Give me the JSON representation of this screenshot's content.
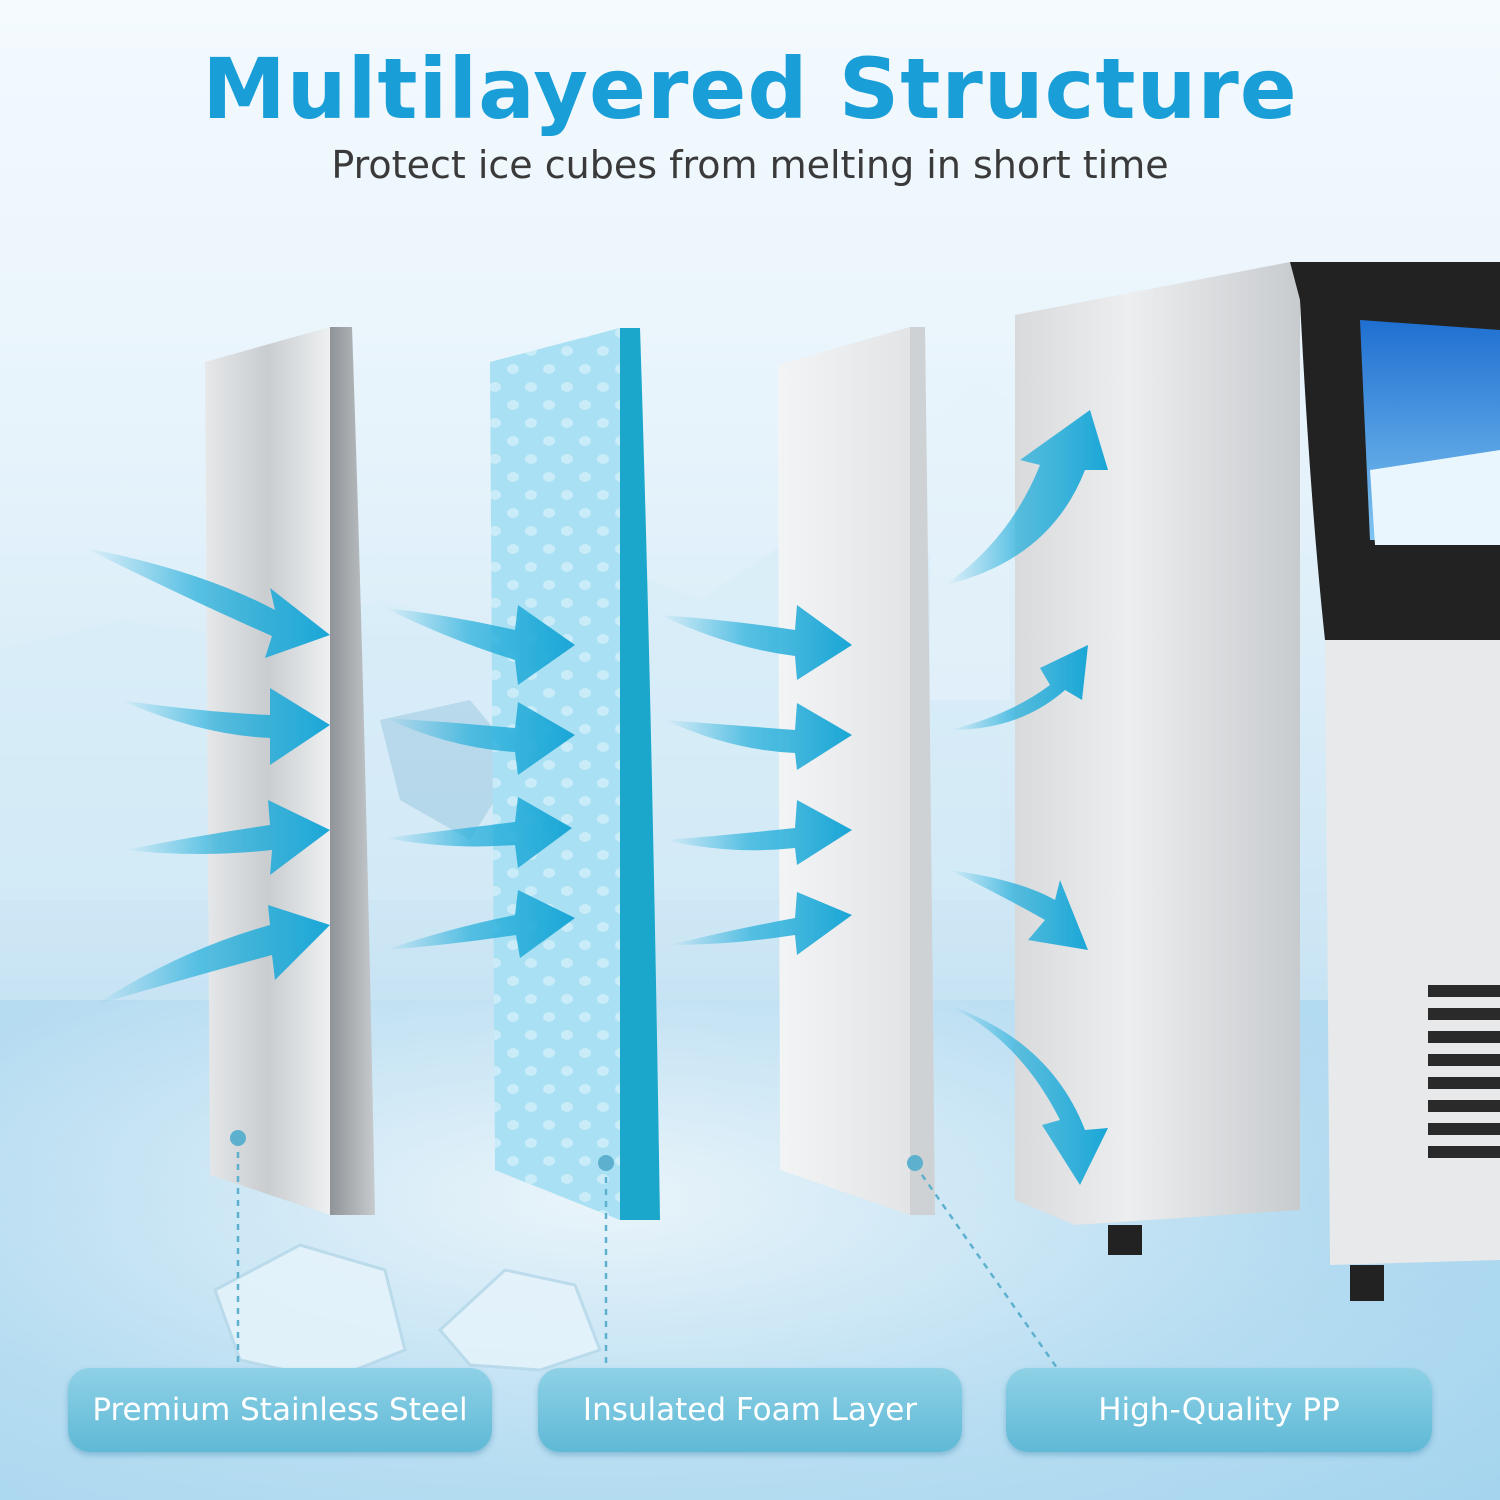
{
  "header": {
    "title": "Multilayered Structure",
    "subtitle": "Protect ice cubes from melting in short time"
  },
  "layers": [
    {
      "label": "Premium Stainless Steel"
    },
    {
      "label": "Insulated Foam Layer"
    },
    {
      "label": "High-Quality PP"
    }
  ],
  "colors": {
    "accent": "#1a9ed8",
    "arrow": "#2bb1dc",
    "label_bg": "#6cc0db"
  }
}
